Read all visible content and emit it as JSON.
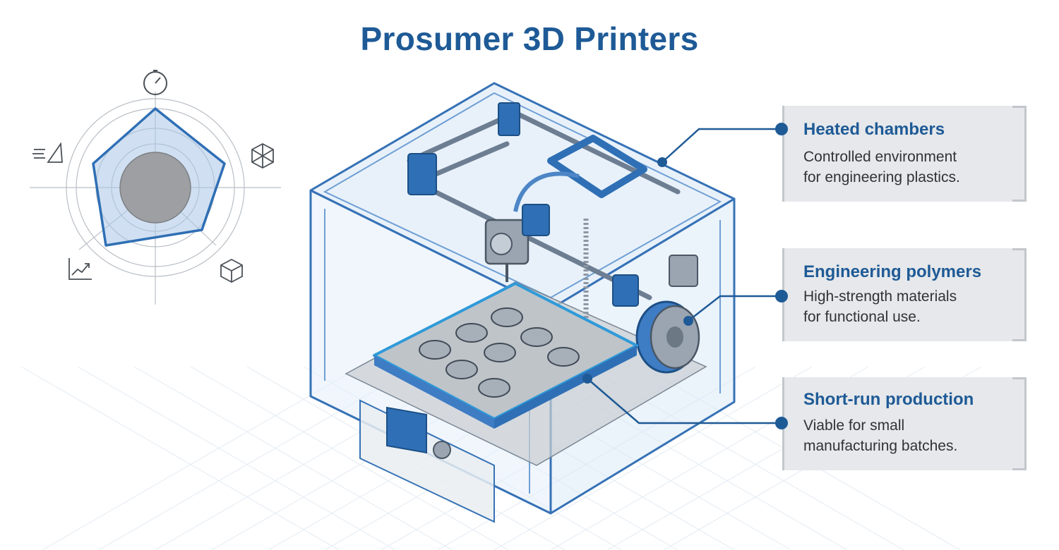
{
  "title": "Prosumer 3D Printers",
  "colors": {
    "accent": "#1e5a96",
    "frame": "#2f6fb5",
    "glass": "#cfe2f5",
    "card_bg": "#e6e8eb",
    "grid": "#dfe8f1"
  },
  "radar": {
    "axis_icons": [
      "gauge-icon",
      "cube-wireframe-icon",
      "box-icon",
      "trend-chart-icon",
      "speed-ruler-icon"
    ]
  },
  "callouts": [
    {
      "heading": "Heated chambers",
      "lines": [
        "Controlled environment",
        "for engineering plastics."
      ]
    },
    {
      "heading": "Engineering polymers",
      "lines": [
        "High-strength materials",
        "for functional use."
      ]
    },
    {
      "heading": "Short-run production",
      "lines": [
        "Viable for small",
        "manufacturing batches."
      ]
    }
  ]
}
